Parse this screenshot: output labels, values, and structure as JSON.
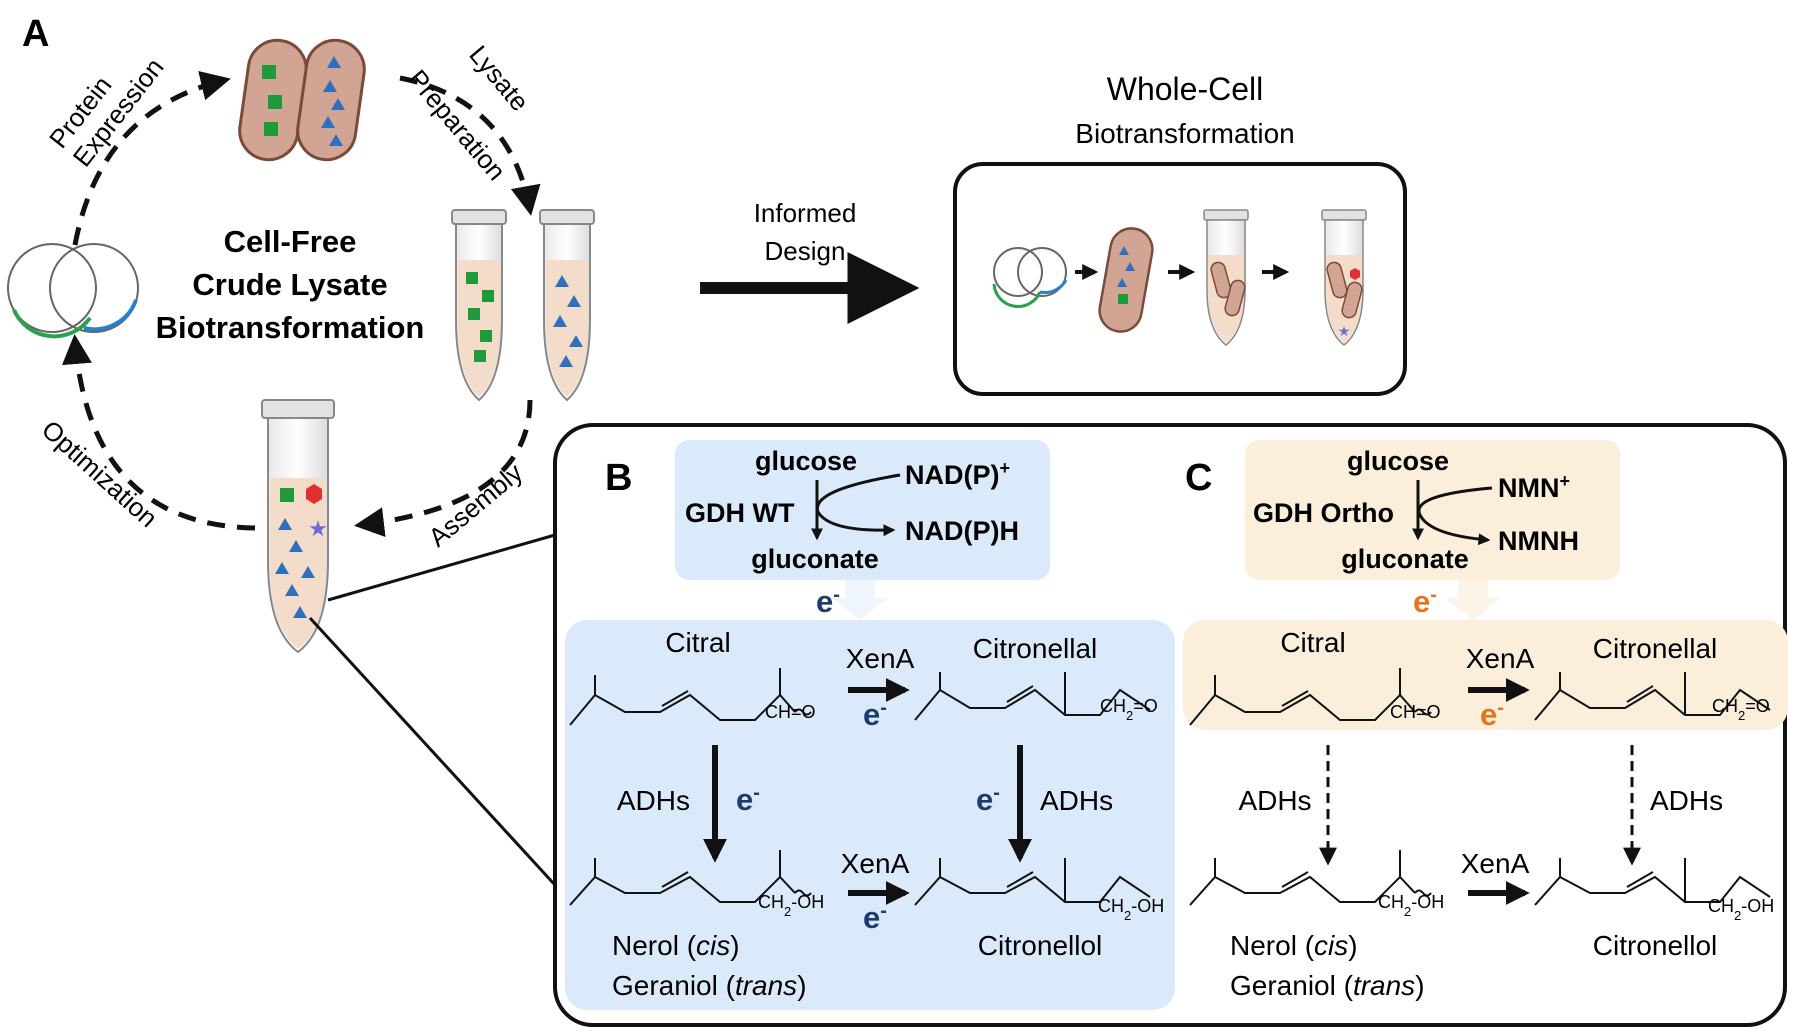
{
  "panel_a": {
    "label": "A",
    "steps": {
      "protein_expression": [
        "Protein",
        "Expression"
      ],
      "lysate_preparation": [
        "Lysate",
        "Preparation"
      ],
      "assembly": "Assembly",
      "optimization": "Optimization"
    },
    "center_title": [
      "Cell-Free",
      "Crude Lysate",
      "Biotransformation"
    ],
    "informed_design": [
      "Informed",
      "Design"
    ],
    "whole_cell": {
      "title": "Whole-Cell",
      "subtitle": "Biotransformation"
    }
  },
  "panel_b": {
    "label": "B",
    "cofactor": {
      "substrate": "glucose",
      "enzyme": "GDH WT",
      "product": "gluconate",
      "oxidized": "NAD(P)",
      "oxidized_sup": "+",
      "reduced": "NAD(P)H"
    },
    "electron": "e",
    "electron_sup": "-",
    "colors": {
      "box": "#dbeafb",
      "electron": "#1a3c6e"
    }
  },
  "panel_c": {
    "label": "C",
    "cofactor": {
      "substrate": "glucose",
      "enzyme": "GDH Ortho",
      "product": "gluconate",
      "oxidized": "NMN",
      "oxidized_sup": "+",
      "reduced": "NMNH"
    },
    "electron": "e",
    "electron_sup": "-",
    "colors": {
      "box": "#fbeedb",
      "electron": "#e8731d"
    }
  },
  "pathway": {
    "citral": "Citral",
    "citronellal": "Citronellal",
    "xena": "XenA",
    "adhs": "ADHs",
    "nerol": "Nerol (",
    "nerol_italic": "cis",
    "geraniol": "Geraniol (",
    "geraniol_italic": "trans",
    "close_paren": ")",
    "citronellol": "Citronellol",
    "aldehyde_group": "CH=O",
    "citronellal_group": "CH",
    "citronellal_group_sub": "2",
    "citronellal_group_end": "=O",
    "alcohol_group": "CH",
    "alcohol_group_sub": "2",
    "alcohol_group_end": "-OH"
  },
  "colors": {
    "green_square": "#1f9a3a",
    "blue_triangle": "#2f6fc0",
    "red_hexagon": "#e03030",
    "purple_star": "#6c6cd8",
    "cell_fill": "#d2a493",
    "cell_outline": "#7a4a3a",
    "lysate_fill": "#f3dcc9",
    "plasmid_green": "#2aa14a",
    "plasmid_blue": "#2a7fc8"
  }
}
